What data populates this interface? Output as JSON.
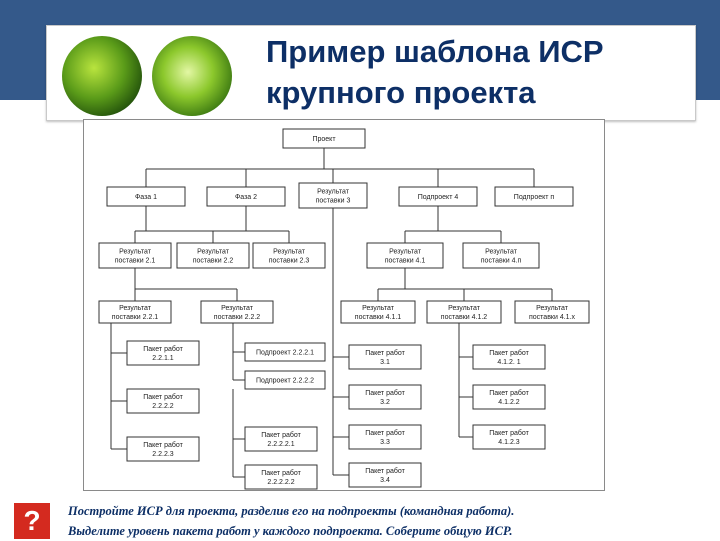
{
  "title": {
    "line1": "Пример шаблона ИСР",
    "line2": "крупного проекта"
  },
  "icons": {
    "decor_left": "green-leaf-image",
    "decor_right": "green-leaf-image",
    "question": "question-mark-icon"
  },
  "question_symbol": "?",
  "task": {
    "line1": "Постройте ИСР для проекта, разделив его на подпроекты (командная работа).",
    "line2": "Выделите уровень пакета работ у каждого подпроекта. Соберите общую ИСР."
  },
  "colors": {
    "header_band": "#34598a",
    "title_text": "#0d2f66",
    "question_bg": "#d42a1f"
  },
  "diagram": {
    "nodes": [
      {
        "id": "root",
        "lines": [
          "Проект"
        ]
      },
      {
        "id": "f1",
        "lines": [
          "Фаза 1"
        ]
      },
      {
        "id": "f2",
        "lines": [
          "Фаза 2"
        ]
      },
      {
        "id": "r3",
        "lines": [
          "Результат",
          "поставки 3"
        ]
      },
      {
        "id": "p4",
        "lines": [
          "Подпроект 4"
        ]
      },
      {
        "id": "pn",
        "lines": [
          "Подпроект п"
        ]
      },
      {
        "id": "r21",
        "lines": [
          "Результат",
          "поставки 2.1"
        ]
      },
      {
        "id": "r22",
        "lines": [
          "Результат",
          "поставки 2.2"
        ]
      },
      {
        "id": "r23",
        "lines": [
          "Результат",
          "поставки 2.3"
        ]
      },
      {
        "id": "r41",
        "lines": [
          "Результат",
          "поставки 4.1"
        ]
      },
      {
        "id": "r4n",
        "lines": [
          "Результат",
          "поставки 4.п"
        ]
      },
      {
        "id": "r221",
        "lines": [
          "Результат",
          "поставки 2.2.1"
        ]
      },
      {
        "id": "r222",
        "lines": [
          "Результат",
          "поставки 2.2.2"
        ]
      },
      {
        "id": "r411",
        "lines": [
          "Результат",
          "поставки 4.1.1"
        ]
      },
      {
        "id": "r412",
        "lines": [
          "Результат",
          "поставки 4.1.2"
        ]
      },
      {
        "id": "r41x",
        "lines": [
          "Результат",
          "поставки 4.1.х"
        ]
      },
      {
        "id": "w2211",
        "lines": [
          "Пакет работ",
          "2.2.1.1"
        ]
      },
      {
        "id": "w2222",
        "lines": [
          "Пакет работ",
          "2.2.2.2"
        ]
      },
      {
        "id": "w2223",
        "lines": [
          "Пакет работ",
          "2.2.2.3"
        ]
      },
      {
        "id": "s2221",
        "lines": [
          "Подпроект 2.2.2.1"
        ]
      },
      {
        "id": "s2222",
        "lines": [
          "Подпроект 2.2.2.2"
        ]
      },
      {
        "id": "w22221",
        "lines": [
          "Пакет работ",
          "2.2.2.2.1"
        ]
      },
      {
        "id": "w22222",
        "lines": [
          "Пакет работ",
          "2.2.2.2.2"
        ]
      },
      {
        "id": "w31",
        "lines": [
          "Пакет работ",
          "3.1"
        ]
      },
      {
        "id": "w32",
        "lines": [
          "Пакет работ",
          "3.2"
        ]
      },
      {
        "id": "w33",
        "lines": [
          "Пакет работ",
          "3.3"
        ]
      },
      {
        "id": "w34",
        "lines": [
          "Пакет работ",
          "3.4"
        ]
      },
      {
        "id": "w4121",
        "lines": [
          "Пакет работ",
          "4.1.2. 1"
        ]
      },
      {
        "id": "w4122",
        "lines": [
          "Пакет работ",
          "4.1.2.2"
        ]
      },
      {
        "id": "w4123",
        "lines": [
          "Пакет работ",
          "4.1.2.3"
        ]
      }
    ]
  }
}
